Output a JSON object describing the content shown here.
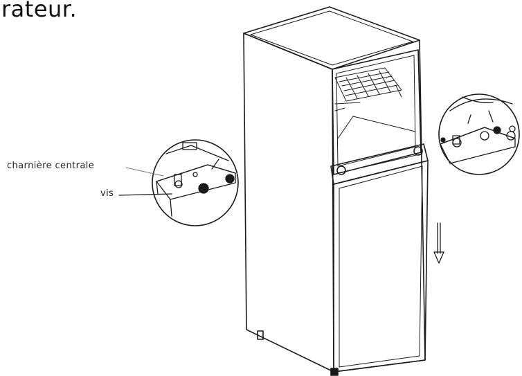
{
  "heading_fragment": "rateur.",
  "callouts": {
    "hinge": "charnière centrale",
    "screw": "vis"
  },
  "colors": {
    "line": "#1a1a1a",
    "background": "#ffffff"
  }
}
